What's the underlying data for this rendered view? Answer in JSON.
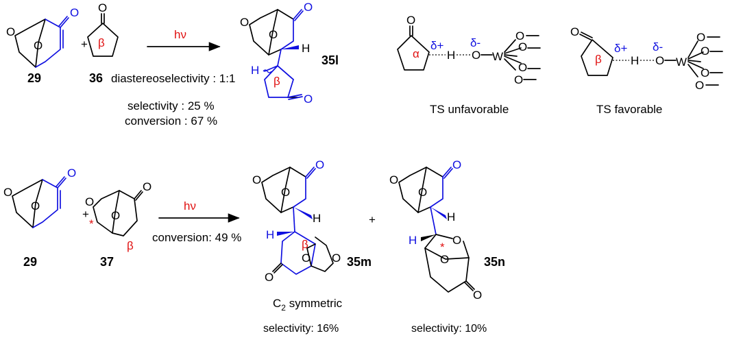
{
  "row1": {
    "compound_a": "29",
    "compound_b": "36",
    "product": "35l",
    "plus": "+",
    "light": "hν",
    "diastereoselectivity": "diastereoselectivity : 1:1",
    "selectivity": "selectivity : 25 %",
    "conversion": "conversion : 67 %",
    "beta": "β",
    "alpha": "α",
    "ts_unfavorable": "TS unfavorable",
    "ts_favorable": "TS favorable",
    "delta_plus": "δ+",
    "delta_minus": "δ-"
  },
  "row2": {
    "compound_a": "29",
    "compound_b": "37",
    "product_m": "35m",
    "product_n": "35n",
    "plus": "+",
    "light": "hν",
    "conversion": "conversion: 49 %",
    "c2": "C",
    "c2_sub": "2",
    "c2_rest": " symmetric",
    "selectivity_m": "selectivity: 16%",
    "selectivity_n": "selectivity: 10%",
    "beta": "β",
    "star": "*"
  },
  "atoms": {
    "O": "O",
    "H": "H",
    "W": "W"
  },
  "colors": {
    "blue": "#1010e0",
    "red": "#e01010",
    "black": "#000000"
  }
}
